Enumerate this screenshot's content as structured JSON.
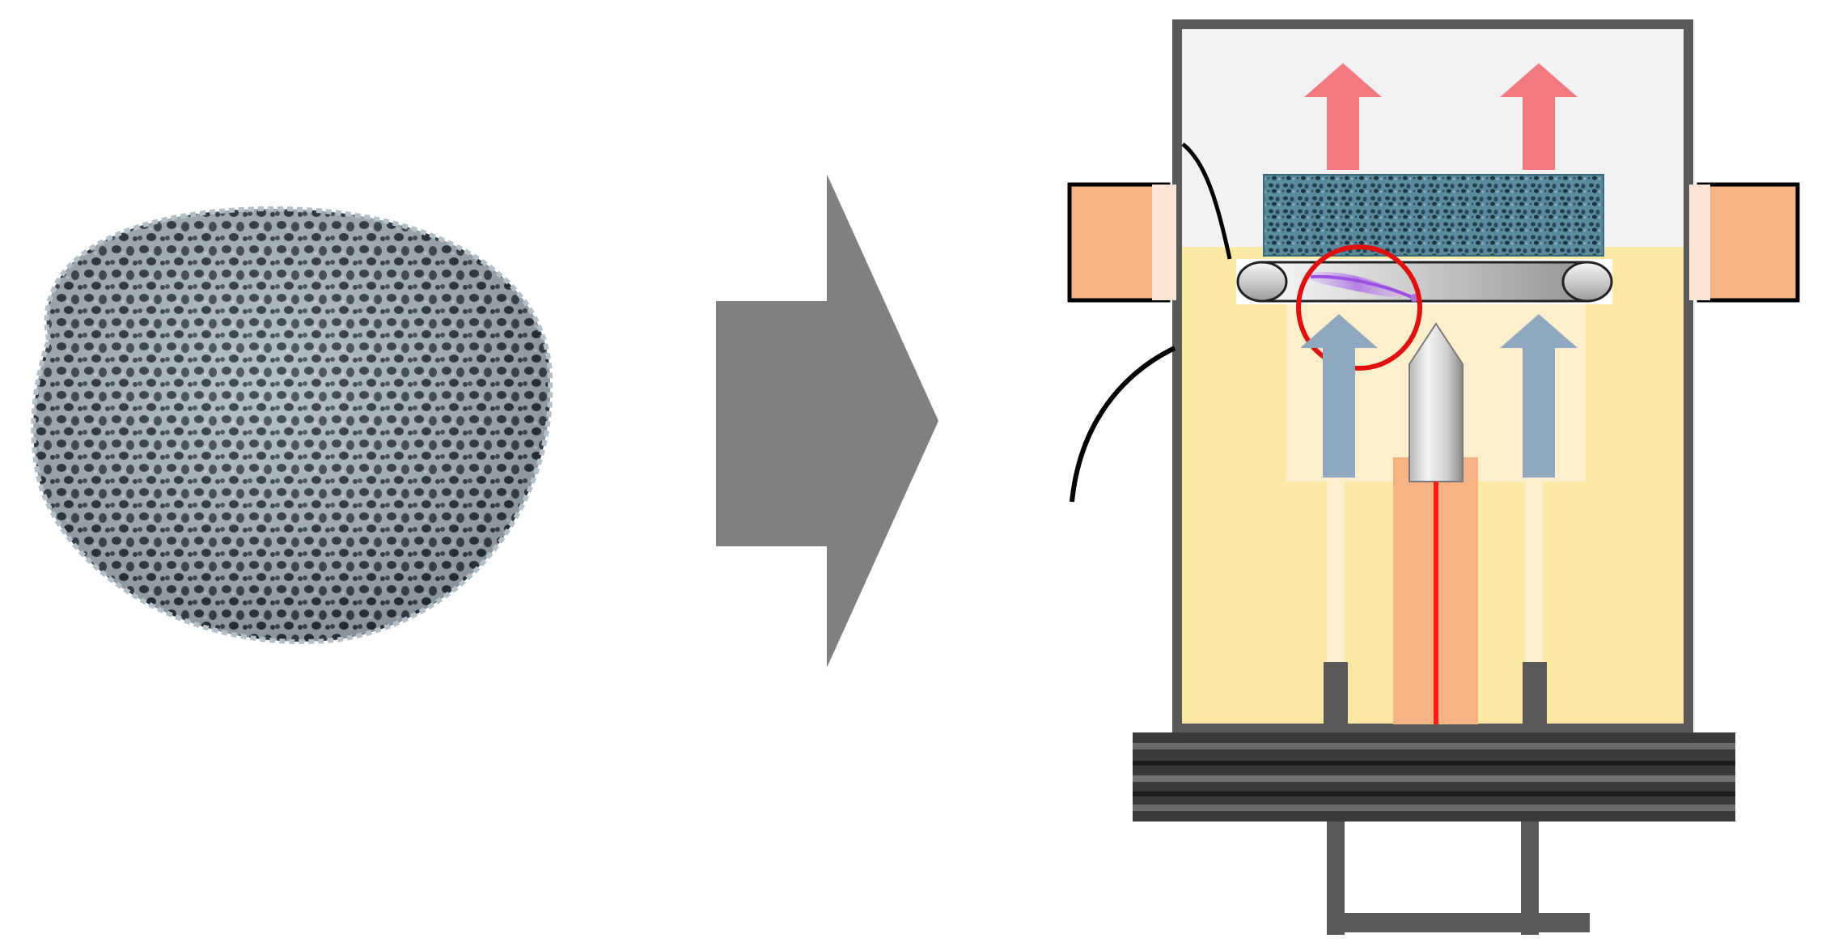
{
  "diagram": {
    "panels": [
      {
        "name": "porous-foam-sample",
        "icon": "ceramic-foam-disc"
      },
      {
        "name": "process-arrow",
        "icon": "right-arrow"
      },
      {
        "name": "reactor-chamber",
        "icon": "reactor-cross-section"
      }
    ],
    "colors": {
      "arrow_gray": "#808080",
      "chamber_wall": "#595959",
      "chamber_fill": "#fde9a6",
      "chamber_top": "#f2f2f4",
      "magnet_coil": "#f8b384",
      "exhaust_arrow": "#f07a80",
      "inflow_arrow": "#8fa8c0",
      "laser_beam": "#ff1a1a",
      "highlight_circle": "#e01010",
      "plasma_glow": "#b070e0",
      "foam_blue": "#4a7e92",
      "foam_gray": "#a9b7c0",
      "flange": "#3a3a3a"
    }
  }
}
